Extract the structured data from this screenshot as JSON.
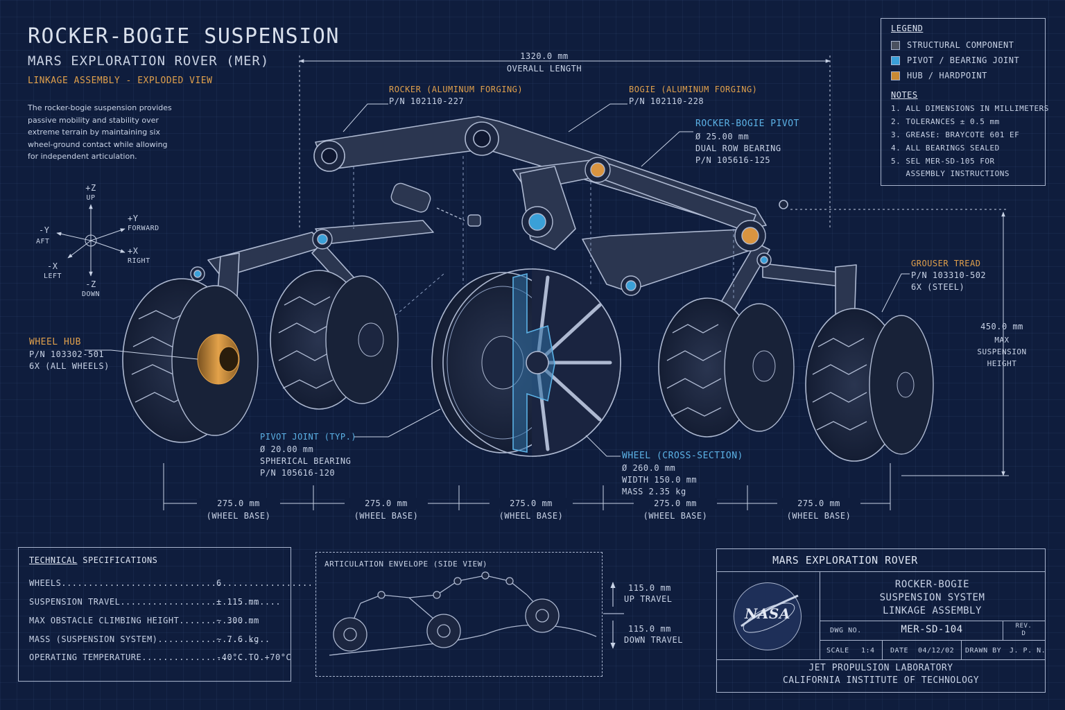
{
  "header": {
    "title": "ROCKER-BOGIE SUSPENSION",
    "subtitle": "MARS EXPLORATION ROVER (MER)",
    "view": "LINKAGE ASSEMBLY - EXPLODED VIEW",
    "description": [
      "The rocker-bogie suspension provides",
      "passive mobility and stability over",
      "extreme terrain by maintaining six",
      "wheel-ground contact while allowing",
      "for independent articulation."
    ]
  },
  "axes": {
    "up": "+Z",
    "up_word": "UP",
    "fwd": "+Y",
    "fwd_word": "FORWARD",
    "aft": "-Y",
    "aft_word": "AFT",
    "right": "+X",
    "right_word": "RIGHT",
    "left": "-X",
    "left_word": "LEFT",
    "down": "-Z",
    "down_word": "DOWN"
  },
  "legend": {
    "title": "LEGEND",
    "items": [
      {
        "label": "STRUCTURAL COMPONENT",
        "color": "#4a5160"
      },
      {
        "label": "PIVOT / BEARING JOINT",
        "color": "#3aa0d8"
      },
      {
        "label": "HUB / HARDPOINT",
        "color": "#c98a34"
      }
    ],
    "notes_title": "NOTES",
    "notes": [
      "1. ALL DIMENSIONS IN MILLIMETERS",
      "2. TOLERANCES ± 0.5 mm",
      "3. GREASE: BRAYCOTE 601 EF",
      "4. ALL BEARINGS SEALED",
      "5. SEL MER-SD-105 FOR",
      "   ASSEMBLY INSTRUCTIONS"
    ]
  },
  "dimensions": {
    "overall_value": "1320.0 mm",
    "overall_label": "OVERALL LENGTH",
    "height_value": "450.0 mm",
    "height_label": [
      "MAX",
      "SUSPENSION",
      "HEIGHT"
    ],
    "wheelbase_value": "275.0 mm",
    "wheelbase_label": "(WHEEL BASE)"
  },
  "callouts": {
    "rocker": {
      "name": "ROCKER (ALUMINUM FORGING)",
      "pn": "P/N 102110-227"
    },
    "bogie": {
      "name": "BOGIE (ALUMINUM FORGING)",
      "pn": "P/N 102110-228"
    },
    "rb_pivot": {
      "name": "ROCKER-BOGIE PIVOT",
      "l1": "Ø 25.00 mm",
      "l2": "DUAL ROW BEARING",
      "l3": "P/N 105616-125"
    },
    "grouser": {
      "name": "GROUSER TREAD",
      "l1": "P/N 103310-502",
      "l2": "6X (STEEL)"
    },
    "hub": {
      "name": "WHEEL HUB",
      "l1": "P/N 103302-501",
      "l2": "6X (ALL WHEELS)"
    },
    "pivot_joint": {
      "name": "PIVOT JOINT (TYP.)",
      "l1": "Ø 20.00 mm",
      "l2": "SPHERICAL BEARING",
      "l3": "P/N 105616-120"
    },
    "wheel_cs": {
      "name": "WHEEL (CROSS-SECTION)",
      "l1": "Ø 260.0 mm",
      "l2": "WIDTH 150.0 mm",
      "l3": "MASS 2.35 kg"
    }
  },
  "specs": {
    "title_a": "TECHNICAL",
    "title_b": " SPECIFICATIONS",
    "rows": [
      {
        "k": "WHEELS...............................................",
        "v": "6"
      },
      {
        "k": "SUSPENSION TRAVEL..............................",
        "v": "± 115 mm"
      },
      {
        "k": "MAX OBSTACLE CLIMBING HEIGHT..............",
        "v": "~ 300 mm"
      },
      {
        "k": "MASS (SUSPENSION SYSTEM).....................",
        "v": "~ 7.6 kg"
      },
      {
        "k": "OPERATING TEMPERATURE.......................",
        "v": "-40°C TO +70°C"
      }
    ]
  },
  "envelope": {
    "title": "ARTICULATION ENVELOPE (SIDE VIEW)",
    "up_value": "115.0 mm",
    "up_label": "UP TRAVEL",
    "down_value": "115.0 mm",
    "down_label": "DOWN TRAVEL"
  },
  "titleblock": {
    "project": "MARS EXPLORATION ROVER",
    "logo": "NASA",
    "name": [
      "ROCKER-BOGIE",
      "SUSPENSION SYSTEM",
      "LINKAGE ASSEMBLY"
    ],
    "dwg_label": "DWG NO.",
    "dwg": "MER-SD-104",
    "rev_label": "REV.",
    "rev": "D",
    "scale_label": "SCALE",
    "scale": "1:4",
    "date_label": "DATE",
    "date": "04/12/02",
    "drawn_label": "DRAWN BY",
    "drawn": "J. P. N.",
    "org1": "JET PROPULSION LABORATORY",
    "org2": "CALIFORNIA INSTITUTE OF TECHNOLOGY"
  }
}
